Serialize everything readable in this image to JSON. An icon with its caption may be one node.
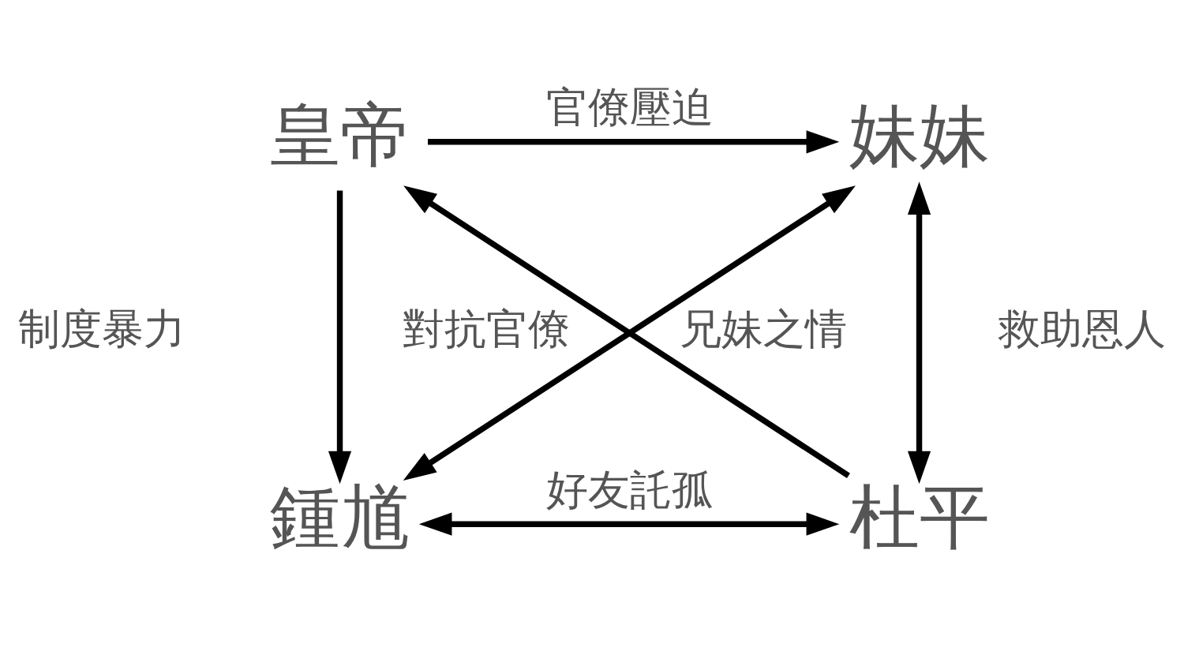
{
  "diagram": {
    "nodes": [
      {
        "text": [
          "皇帝"
        ]
      },
      {
        "text": [
          "妹妹"
        ]
      },
      {
        "text": [
          "鍾馗"
        ]
      },
      {
        "text": [
          "杜平"
        ]
      }
    ],
    "edges": [
      {
        "from": 0,
        "to": 1,
        "arrow": "to",
        "label": "官僚壓迫"
      },
      {
        "from": 0,
        "to": 2,
        "arrow": "to",
        "label": "制度暴力"
      },
      {
        "from": 3,
        "to": 0,
        "arrow": "to",
        "label": "對抗官僚"
      },
      {
        "from": 2,
        "to": 1,
        "arrow": "both",
        "label": "兄妹之情"
      },
      {
        "from": 1,
        "to": 3,
        "arrow": "both",
        "label": "救助恩人"
      },
      {
        "from": 2,
        "to": 3,
        "arrow": "both",
        "label": "好友託孤"
      }
    ]
  }
}
